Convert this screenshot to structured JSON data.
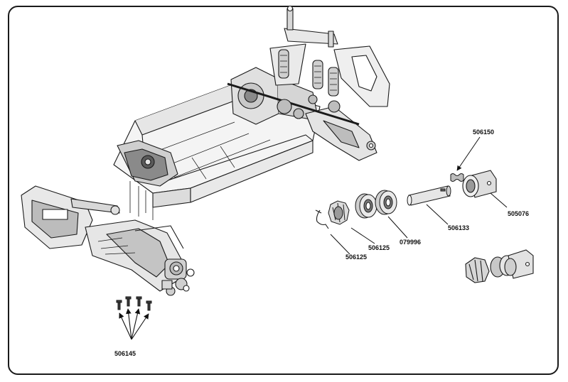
{
  "diagram": {
    "part_numbers": {
      "p506150": "506150",
      "p505076": "505076",
      "p506133": "506133",
      "p079996": "079996",
      "p506125_a": "506125",
      "p506125_b": "506125",
      "p506145": "506145"
    },
    "colors": {
      "line": "#1a1a1a",
      "fill_light": "#f2f2f2",
      "fill_mid": "#cfcfcf",
      "fill_dark": "#6e6e6e"
    }
  }
}
